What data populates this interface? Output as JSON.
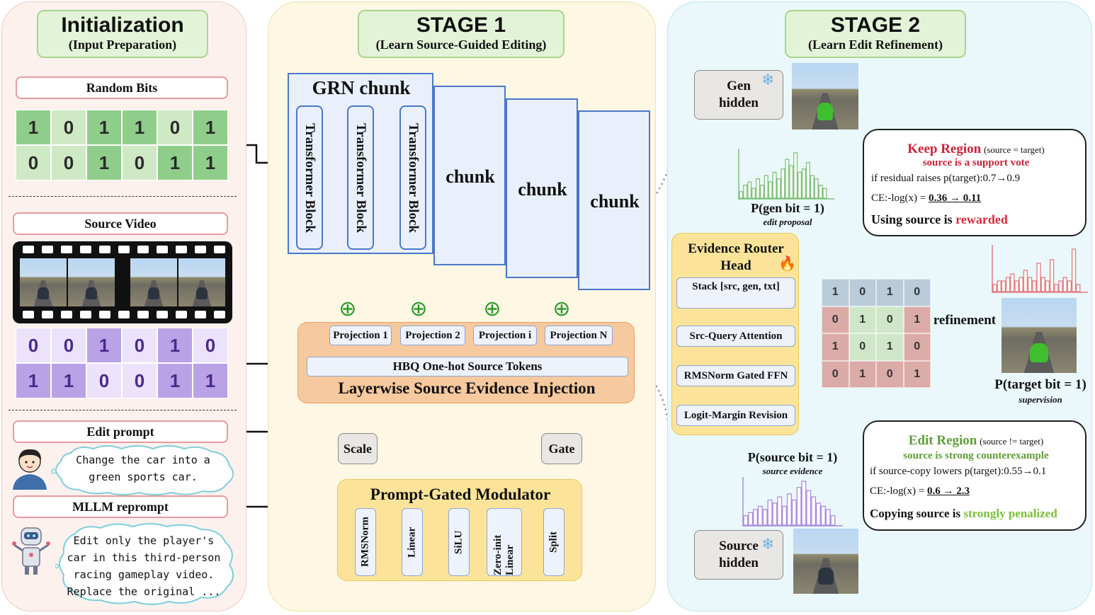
{
  "init": {
    "title": "Initialization",
    "subtitle": "(Input Preparation)",
    "random_bits_label": "Random Bits",
    "random_bits": [
      [
        "1",
        "0",
        "1",
        "1",
        "0",
        "1"
      ],
      [
        "0",
        "0",
        "1",
        "0",
        "1",
        "1"
      ]
    ],
    "source_video_label": "Source Video",
    "source_bits": [
      [
        "0",
        "0",
        "1",
        "0",
        "1",
        "0"
      ],
      [
        "1",
        "1",
        "0",
        "0",
        "1",
        "1"
      ]
    ],
    "edit_prompt_label": "Edit prompt",
    "edit_prompt_text": [
      "Change the car into a",
      "green sports car."
    ],
    "mllm_label": "MLLM reprompt",
    "mllm_text": [
      "Edit only the player's",
      "car in this third-person",
      "racing gameplay video.",
      "Replace the original ..."
    ]
  },
  "stage1": {
    "title": "STAGE 1",
    "subtitle": "(Learn Source-Guided Editing)",
    "grn_title": "GRN chunk",
    "transformer_block": "Transformer Block",
    "chunk": "chunk",
    "projections": [
      "Projection 1",
      "Projection 2",
      "Projection i",
      "Projection N"
    ],
    "plus": "⊕",
    "hbq": "HBQ One-hot Source Tokens",
    "injection": "Layerwise Source Evidence Injection",
    "scale": "Scale",
    "gate": "Gate",
    "modulator_title": "Prompt-Gated Modulator",
    "modulator_blocks": [
      "RMSNorm",
      "Linear",
      "SiLU",
      "Zero-init Linear",
      "Split"
    ]
  },
  "stage2": {
    "title": "STAGE 2",
    "subtitle": "(Learn Edit Refinement)",
    "gen_hidden": [
      "Gen",
      "hidden"
    ],
    "source_hidden": [
      "Source",
      "hidden"
    ],
    "snow_icon": "❄",
    "fire_icon": "🔥",
    "p_gen": "P(gen bit = 1)",
    "p_gen_sub": "edit proposal",
    "p_source": "P(source bit = 1)",
    "p_source_sub": "source evidence",
    "router_title": "Evidence Router Head",
    "router_blocks": [
      "Stack [src, gen, txt]",
      "Src-Query Attention",
      "RMSNorm Gated FFN",
      "Logit-Margin Revision"
    ],
    "grid_bits": [
      [
        "1",
        "0",
        "1",
        "0"
      ],
      [
        "0",
        "1",
        "0",
        "1"
      ],
      [
        "1",
        "0",
        "1",
        "0"
      ],
      [
        "0",
        "1",
        "0",
        "1"
      ]
    ],
    "refinement": "refinement",
    "p_target": "P(target bit = 1)",
    "p_target_sub": "supervision",
    "keep": {
      "title": "Keep Region",
      "cond": "(source = target)",
      "vote": "source is a support vote",
      "line1": "if residual raises p(target):0.7→0.9",
      "ce_prefix": "CE:-log(x) = ",
      "ce_value": "0.36 → 0.11",
      "result_prefix": "Using source is ",
      "result_word": "rewarded"
    },
    "edit": {
      "title": "Edit Region",
      "cond": "(source != target)",
      "vote": "source is strong counterexample",
      "line1": "if source-copy lowers p(target):0.55→0.1",
      "ce_prefix": "CE:-log(x) = ",
      "ce_value": "0.6 → 2.3",
      "result_prefix": "Copying source is ",
      "result_word": "strongly penalized"
    },
    "hist_gen": [
      2,
      4,
      5,
      3,
      6,
      4,
      7,
      5,
      8,
      6,
      9,
      12,
      10,
      14,
      8,
      9,
      11,
      7,
      6,
      4,
      3
    ],
    "hist_source": [
      3,
      4,
      5,
      6,
      5,
      8,
      7,
      9,
      6,
      10,
      8,
      12,
      14,
      11,
      9,
      7,
      6,
      5,
      3
    ],
    "hist_target": [
      2,
      3,
      3,
      4,
      5,
      3,
      4,
      6,
      4,
      3,
      8,
      4,
      3,
      9,
      2,
      3,
      4,
      3,
      12,
      2
    ]
  },
  "colors": {
    "init_bg": "#fdf1ee",
    "stage1_bg": "#fdf7e3",
    "stage2_bg": "#eaf8fb",
    "green_hist": "#8fce8a",
    "purple_hist": "#b9a2e6",
    "red_hist": "#e8979a"
  }
}
